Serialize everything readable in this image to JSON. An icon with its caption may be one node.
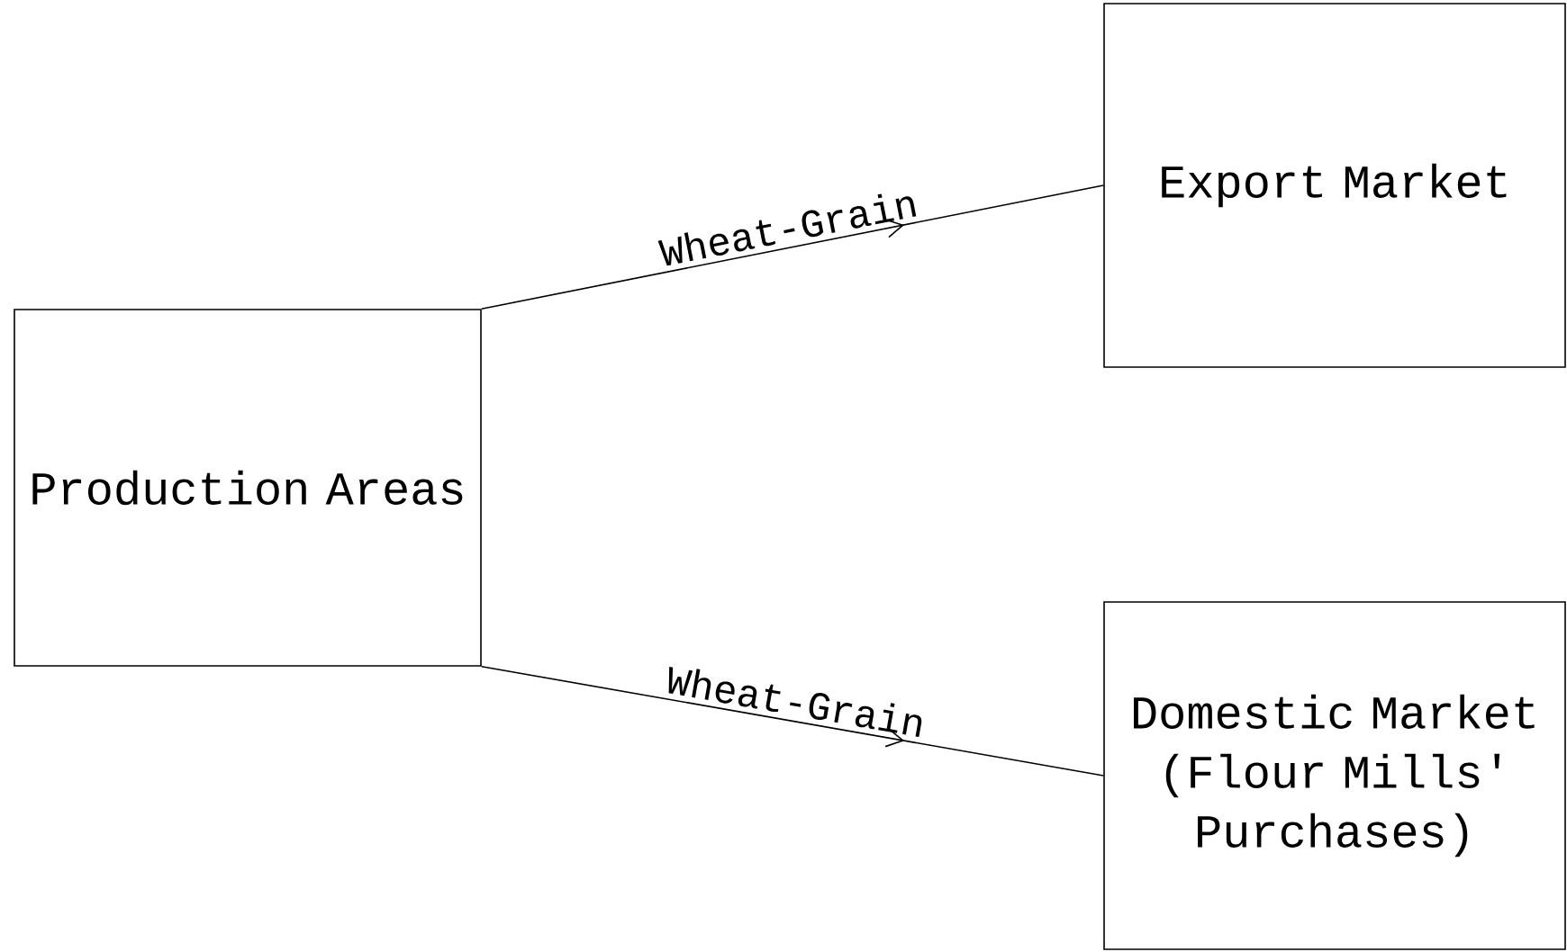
{
  "diagram": {
    "nodes": [
      {
        "text": [
          "Production Areas"
        ]
      },
      {
        "text": [
          "Export Market"
        ]
      },
      {
        "text": [
          "Domestic Market (Flour Mills' Purchases)"
        ]
      }
    ],
    "edges": [
      {
        "from": 0,
        "to": 1,
        "arrow": "to",
        "label": "Wheat-Grain"
      },
      {
        "from": 0,
        "to": 2,
        "arrow": "to",
        "label": "Wheat-Grain"
      }
    ]
  }
}
